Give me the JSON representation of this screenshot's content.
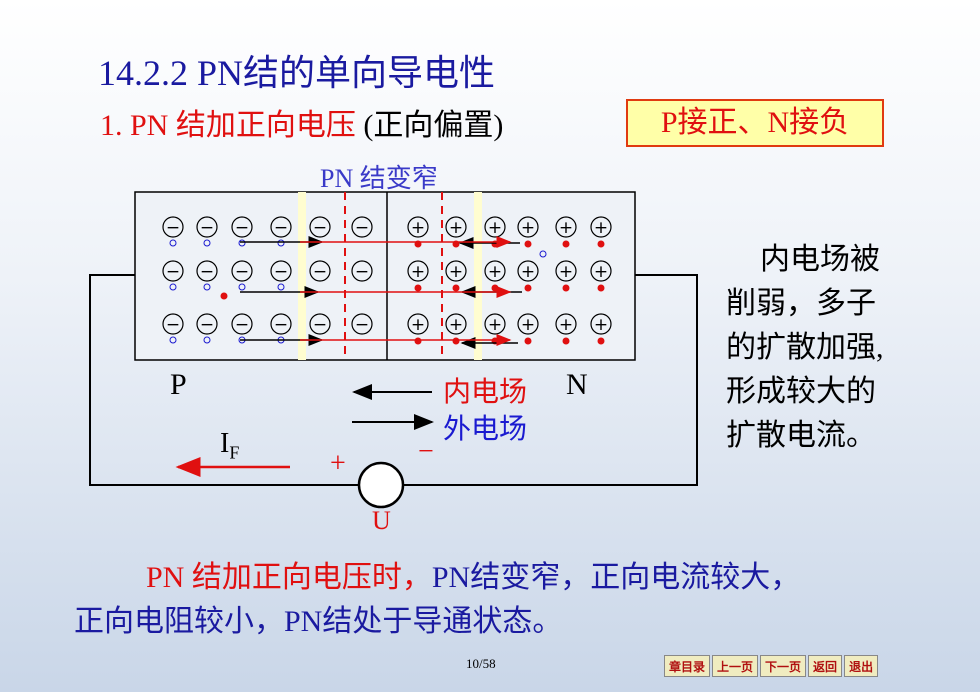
{
  "slide": {
    "title": "14.2.2  PN结的单向导电性",
    "subtitle_num": "1.",
    "subtitle_red": " PN 结加正向电压",
    "subtitle_black": " (正向偏置)",
    "tag": "P接正、N接负",
    "diagram": {
      "narrow_label": "PN 结变窄",
      "p_label": "P",
      "n_label": "N",
      "inner_field_label": "内电场",
      "outer_field_label": "外电场",
      "current_label": "I",
      "current_sub": "F",
      "plus": "+",
      "minus": "−",
      "source_label": "U",
      "neg_ion_symbol": "−",
      "pos_ion_symbol": "+"
    },
    "side_text": [
      "内电场被",
      "削弱，多子",
      "的扩散加强,",
      "形成较大的",
      "扩散电流。"
    ],
    "conclusion": {
      "line1_red": "PN 结加正向电压时，",
      "line1_blue": "PN结变窄，正向电流较大，",
      "line2_blue": "正向电阻较小，PN结处于导通状态。"
    },
    "page_number": "10/58"
  },
  "nav": {
    "buttons": [
      "章目录",
      "上一页",
      "下一页",
      "返回",
      "退出"
    ]
  },
  "colors": {
    "title": "#1a1aa0",
    "red": "#e01010",
    "blue_text": "#1a1ad0",
    "tag_bg": "#ffffa8"
  }
}
